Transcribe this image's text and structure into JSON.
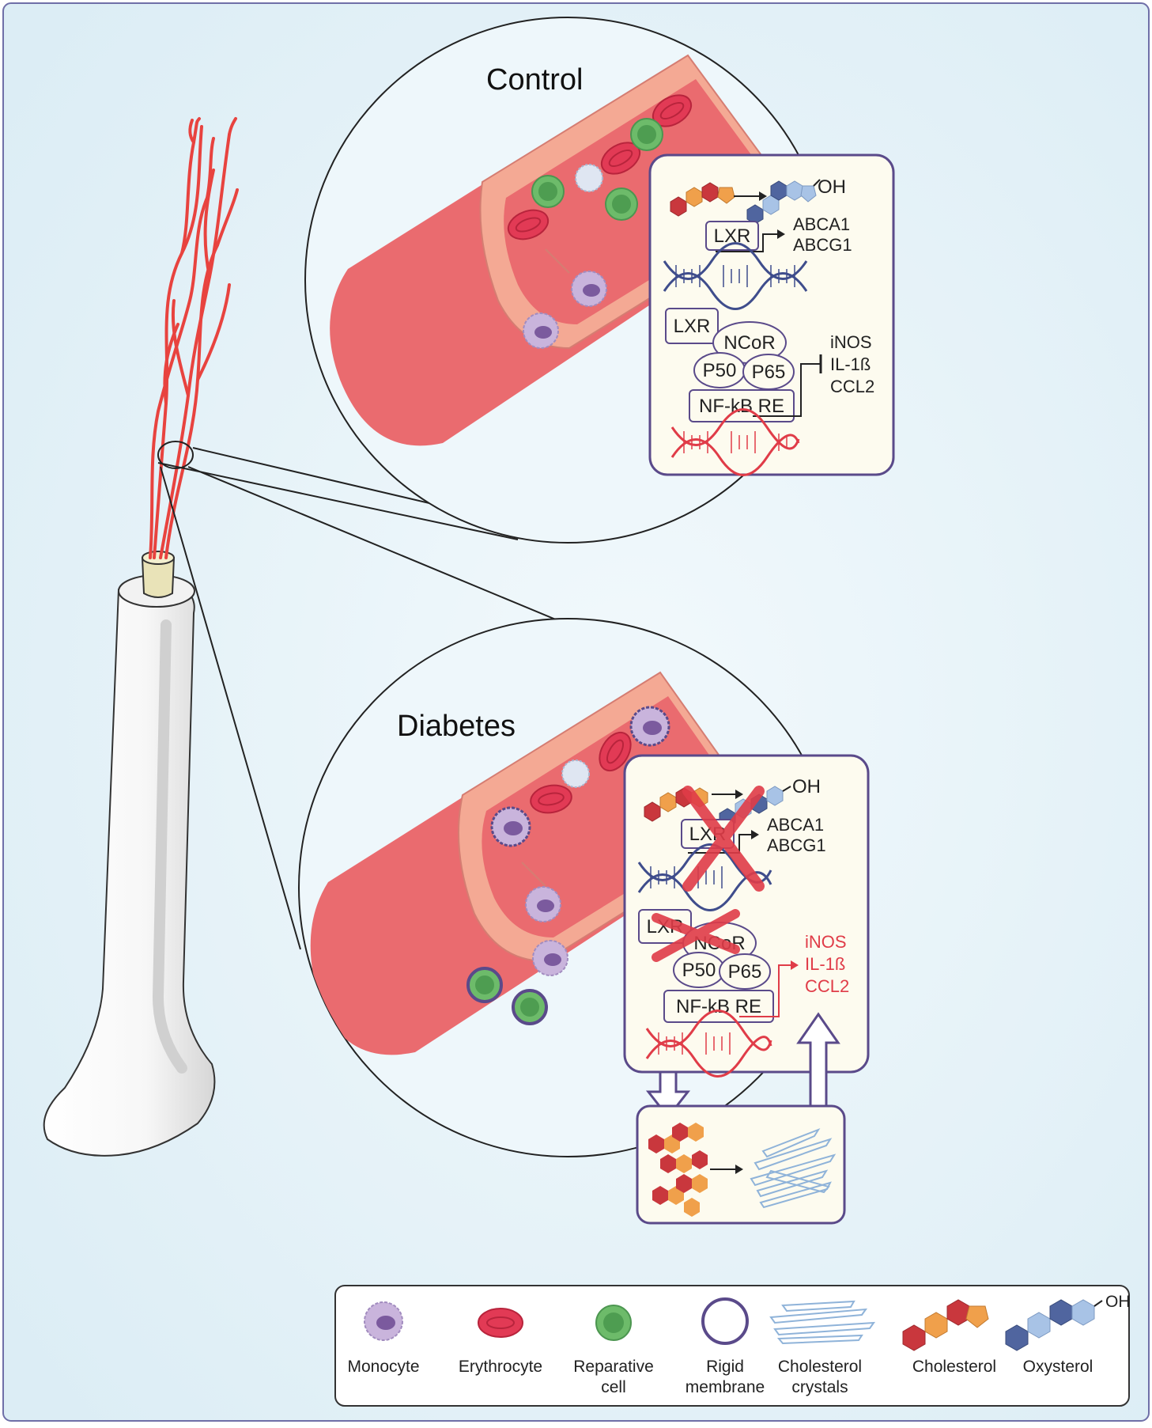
{
  "panels": {
    "control": {
      "title": "Control",
      "pathway": {
        "hydroxyl": "OH",
        "receptor": "LXR",
        "target_genes": [
          "ABCA1",
          "ABCG1"
        ],
        "repressor": {
          "receptor": "LXR",
          "corepressor": "NCoR",
          "subunits": [
            "P50",
            "P65"
          ],
          "response_element": "NF-kB RE",
          "inflammatory_genes": [
            "iNOS",
            "IL-1ß",
            "CCL2"
          ]
        }
      }
    },
    "diabetes": {
      "title": "Diabetes",
      "pathway": {
        "hydroxyl": "OH",
        "receptor": "LXR",
        "target_genes": [
          "ABCA1",
          "ABCG1"
        ],
        "repressor": {
          "receptor": "LXR",
          "corepressor": "NCoR",
          "subunits": [
            "P50",
            "P65"
          ],
          "response_element": "NF-kB RE",
          "inflammatory_genes": [
            "iNOS",
            "IL-1ß",
            "CCL2"
          ]
        }
      }
    }
  },
  "legend": {
    "items": [
      {
        "label": "Monocyte",
        "icon": "monocyte-icon"
      },
      {
        "label": "Erythrocyte",
        "icon": "erythrocyte-icon"
      },
      {
        "label": "Reparative cell",
        "label_lines": [
          "Reparative",
          "cell"
        ],
        "icon": "reparative-cell-icon"
      },
      {
        "label": "Rigid membrane",
        "label_lines": [
          "Rigid",
          "membrane"
        ],
        "icon": "rigid-membrane-icon"
      },
      {
        "label": "Cholesterol crystals",
        "label_lines": [
          "Cholesterol",
          "crystals"
        ],
        "icon": "cholesterol-crystals-icon"
      },
      {
        "label": "Cholesterol",
        "icon": "cholesterol-icon"
      },
      {
        "label": "Oxysterol",
        "icon": "oxysterol-icon",
        "hydroxyl": "OH"
      }
    ]
  },
  "colors": {
    "background": "#e4f2f8",
    "vessel": "#ea6b6f",
    "vessel_wall": "#f4a994",
    "erythrocyte": "#e23a55",
    "reparative": "#6dbb6a",
    "monocyte": "#c9b4dc",
    "cholesterol_red": "#c9373d",
    "cholesterol_orange": "#f0a04b",
    "oxysterol_dark": "#50659f",
    "oxysterol_light": "#a8c3e6",
    "panel_border": "#5a4a8a",
    "inhibition_red": "#e03c48"
  }
}
